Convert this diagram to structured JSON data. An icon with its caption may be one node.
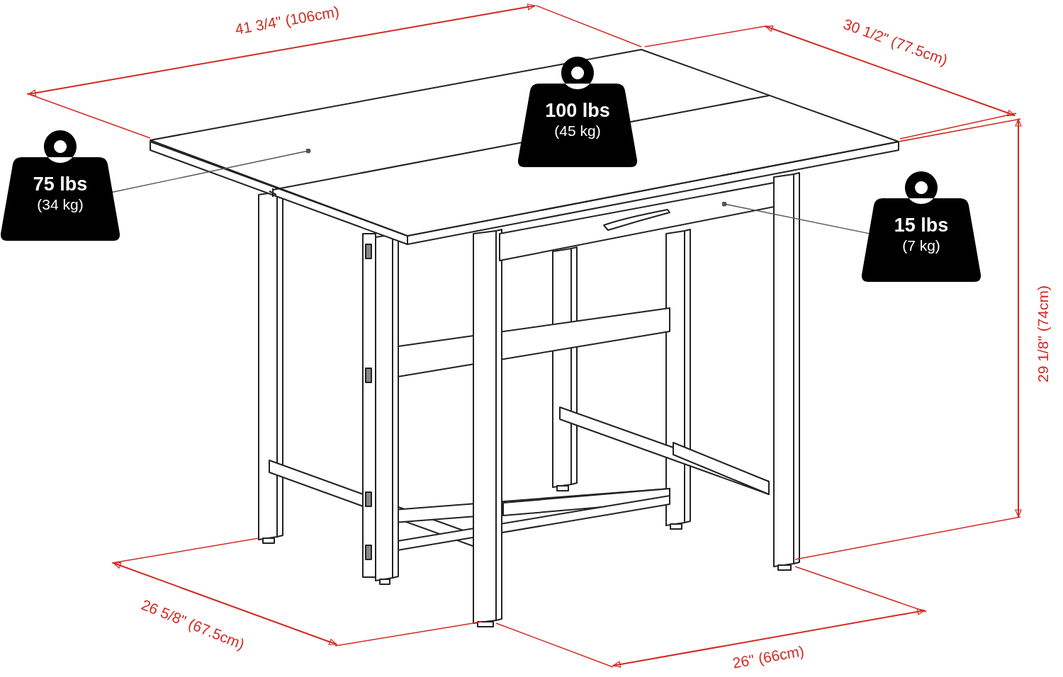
{
  "diagram": {
    "nodes": [
      {
        "text": [
          "100 lbs",
          "(45 kg)"
        ]
      },
      {
        "text": [
          "75 lbs",
          "(34 kg)"
        ]
      },
      {
        "text": [
          "15 lbs",
          "(7 kg)"
        ]
      }
    ],
    "edges": [
      {
        "from": 1,
        "to": null,
        "arrow": "other"
      },
      {
        "from": 2,
        "to": null,
        "arrow": "other"
      }
    ],
    "labels": [
      "41 3/4\" (106cm)",
      "30 1/2\" (77.5cm)",
      "29 1/8\" (74cm)",
      "26 5/8\" (67.5cm)",
      "26\" (66cm)"
    ]
  }
}
